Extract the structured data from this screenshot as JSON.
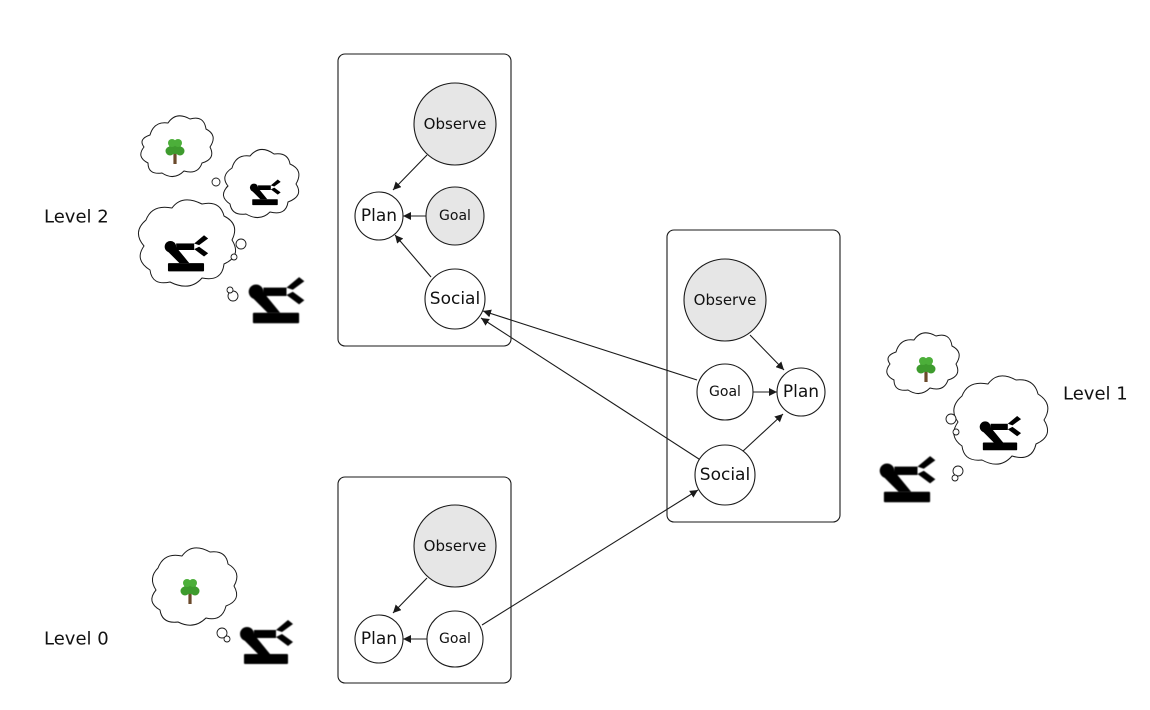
{
  "levels": {
    "level2": "Level 2",
    "level1": "Level 1",
    "level0": "Level 0"
  },
  "nodes": {
    "l2_observe": "Observe",
    "l2_plan": "Plan",
    "l2_goal": "Goal",
    "l2_social": "Social",
    "l1_observe": "Observe",
    "l1_goal": "Goal",
    "l1_plan": "Plan",
    "l1_social": "Social",
    "l0_observe": "Observe",
    "l0_plan": "Plan",
    "l0_goal": "Goal"
  },
  "colors": {
    "observed_fill": "#e6e6e6",
    "robot_orange": "#e8a33a",
    "robot_red": "#d63a2a",
    "tree_green": "#3e9b2e",
    "tree_trunk": "#6b4a2b"
  },
  "icons": [
    "tree-icon",
    "robot-arm-icon",
    "thought-cloud-icon"
  ]
}
